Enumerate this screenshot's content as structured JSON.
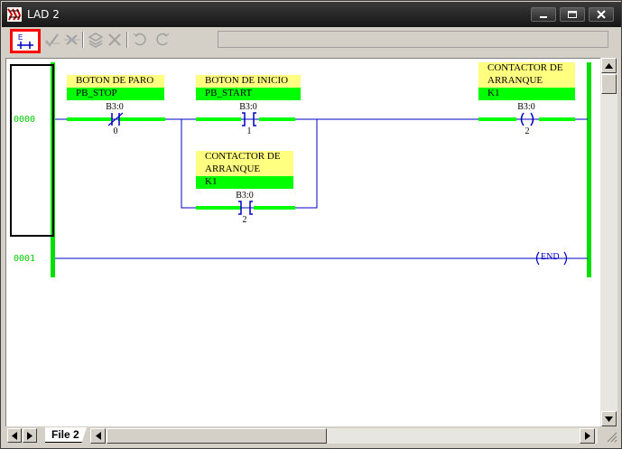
{
  "window": {
    "title": "LAD 2",
    "controls": [
      "minimize",
      "maximize",
      "close"
    ]
  },
  "toolbar": {
    "tools": [
      {
        "name": "edit-rung-tool",
        "icon": "rung-edit-icon",
        "selected": true
      },
      {
        "name": "accept-rung-tool",
        "icon": "accept-icon"
      },
      {
        "name": "cancel-edits-tool",
        "icon": "cancel-edits-icon"
      },
      {
        "name": "assemble-edits-tool",
        "icon": "assemble-icon"
      },
      {
        "name": "delete-tool",
        "icon": "x-icon"
      },
      {
        "name": "test-edits-tool",
        "icon": "test-edits-icon"
      },
      {
        "name": "untest-edits-tool",
        "icon": "untest-edits-icon"
      }
    ],
    "edit_rung_label": "E",
    "address_field": ""
  },
  "ladder": {
    "rungs": [
      {
        "number": "0000"
      },
      {
        "number": "0001"
      }
    ],
    "instructions": [
      {
        "id": "pb-stop",
        "desc": [
          "BOTON DE PARO"
        ],
        "symbol": "PB_STOP",
        "address": "B3:0",
        "bit": "0",
        "type": "XIO"
      },
      {
        "id": "pb-start",
        "desc": [
          "BOTON DE INICIO"
        ],
        "symbol": "PB_START",
        "address": "B3:0",
        "bit": "1",
        "type": "XIC"
      },
      {
        "id": "k1-seal",
        "desc": [
          "CONTACTOR DE",
          "ARRANQUE"
        ],
        "symbol": "K1",
        "address": "B3:0",
        "bit": "2",
        "type": "XIC"
      },
      {
        "id": "k1-coil",
        "desc": [
          "CONTACTOR DE",
          "ARRANQUE"
        ],
        "symbol": "K1",
        "address": "B3:0",
        "bit": "2",
        "type": "OTE"
      }
    ],
    "end_label": "END"
  },
  "tabs": [
    {
      "label": "File 2",
      "active": true
    }
  ],
  "colors": {
    "rail": "#00e000",
    "wire": "#0000c0",
    "desc_bg": "#ffff80",
    "symbol_bg": "#00ff00",
    "selection": "#ff0000"
  }
}
